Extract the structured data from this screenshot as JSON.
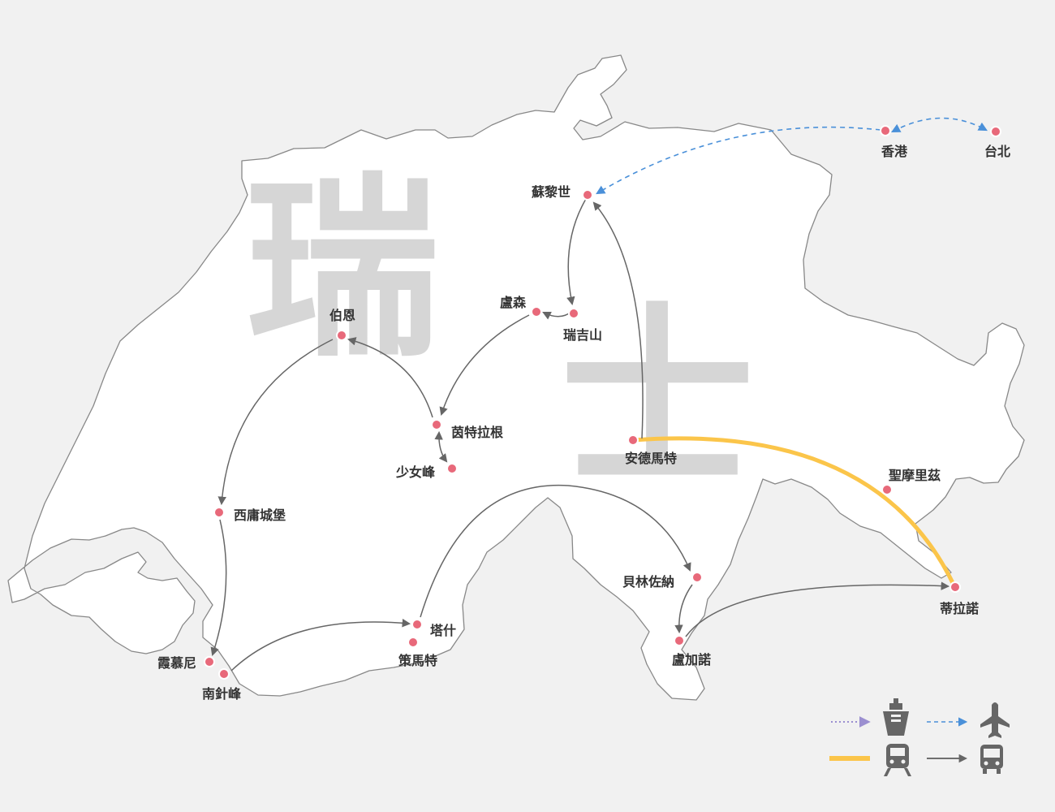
{
  "title": {
    "char1": "瑞",
    "char2": "士"
  },
  "cities": {
    "hongkong": "香港",
    "taipei": "台北",
    "zurich": "蘇黎世",
    "lucerne": "盧森",
    "rigi": "瑞吉山",
    "bern": "伯恩",
    "interlaken": "茵特拉根",
    "jungfrau": "少女峰",
    "andermatt": "安德馬特",
    "stmoritz": "聖摩里茲",
    "chillon": "西庸城堡",
    "tirano": "蒂拉諾",
    "bellinzona": "貝林佐納",
    "tasch": "塔什",
    "zermatt": "策馬特",
    "chamonix": "霞慕尼",
    "aiguille": "南針峰",
    "locarno": "盧加諾"
  },
  "legend": {
    "ship": "ship-icon",
    "plane": "plane-icon",
    "train": "train-icon",
    "bus": "bus-icon"
  },
  "colors": {
    "city_dot": "#e8697a",
    "bus_route": "#666666",
    "flight_route": "#4a90d9",
    "train_route": "#fbc54a",
    "ship_route": "#9b8fd0",
    "map_fill": "#ffffff",
    "map_border": "#888888"
  }
}
